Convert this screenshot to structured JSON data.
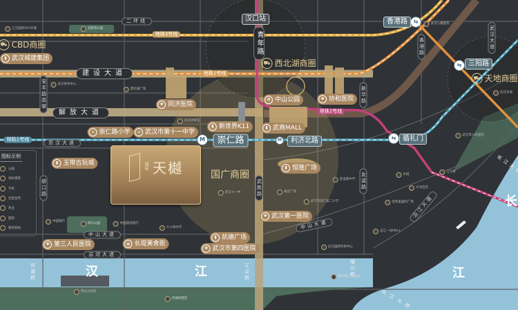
{
  "colors": {
    "background": "#2f3236",
    "major_road": "#c9b58a",
    "river": "#93c2d9",
    "park": "#4d6e5c",
    "metro_line_3": "#e0a93a",
    "metro_line_1": "#e2913f",
    "metro_line_2": "#c4407a",
    "light_rail_1": "#4fa3bd",
    "project_gold": "#b39266"
  },
  "project": {
    "brand": "城投",
    "name": "天樾"
  },
  "legend": {
    "title": "图标示例",
    "items": [
      {
        "label": "公园",
        "icon": "park-icon"
      },
      {
        "label": "地标建筑",
        "icon": "landmark-icon"
      },
      {
        "label": "学校",
        "icon": "school-icon"
      },
      {
        "label": "社区住宅",
        "icon": "residence-icon"
      },
      {
        "label": "商业",
        "icon": "shopping-icon"
      },
      {
        "label": "医院",
        "icon": "hospital-icon"
      },
      {
        "label": "政府机构",
        "icon": "government-icon"
      }
    ]
  },
  "roads": {
    "erhuan": "二环线",
    "jianshe": "建设大道",
    "jiefang": "解放大道",
    "jinghan": "京汉大道",
    "baofeng": "宝丰路高架",
    "qiaokou": "硚口路",
    "zhongshan_w": "中山大道",
    "yanhe": "沿河大道",
    "wusheng": "武胜路",
    "qingnian": "青年路",
    "xinhua": "新华路",
    "xianggang": "香港路",
    "wuhan": "武汉大道",
    "youyi": "友谊路",
    "zhongshan_e": "中山大道",
    "yanjiang": "沿江大道",
    "yuehu": "月湖桥",
    "jianghan_br": "江汉桥",
    "qingchuan": "晴川桥",
    "changjiang_br": "长江大桥",
    "changjiang_top": "长江大桥"
  },
  "stations": {
    "hankou": "汉口站",
    "chongren": "崇仁路",
    "lijibei": "利济北路",
    "xunlimen": "循礼门",
    "sanyang": "三阳路",
    "xianggang": "香港路"
  },
  "lines": {
    "l3": "地铁3号线",
    "l1": "地铁1号线",
    "l2": "地铁2号线",
    "lr1": "轻轨1号线"
  },
  "circles": {
    "cbd": "CBD商圈",
    "xibeihu": "西北湖商圈",
    "tiandi": "天地商圈",
    "guoguang": "国广商圈"
  },
  "pois": {
    "chengjian": "武汉城建集团",
    "tongji": "同济医院",
    "chongrenxx": "崇仁路小学",
    "shiyizhong": "武汉市第十一中学",
    "k11": "新世界K11",
    "zhongshan": "中山公园",
    "xiehe": "协和医院",
    "wushang": "武商MALL",
    "henglong": "恒隆广场",
    "diyi": "武汉第一医院",
    "kaide": "凯德广场",
    "disi": "武汉市第四医院",
    "yudai": "玉带古玩城",
    "disan": "第三人民医院",
    "changdi": "长堤美食街"
  },
  "rivers": {
    "han1": "汉",
    "han2": "江",
    "chang1": "长",
    "chang2": "江"
  },
  "small": [
    "江汉国际SOHO城",
    "云鹤湾公园",
    "武汉儿童医院",
    "武汉天地",
    "武汉市人民医院",
    "江汉关",
    "水塔",
    "大洋百货",
    "宝利金国际广场",
    "沿江一号MALL",
    "武汉国际时尚中心",
    "友谊南中学",
    "泰合广场",
    "武汉市崇仁第二小学",
    "琴台大剧院",
    "硚口公园",
    "中国建设银行",
    "六十四中学",
    "中国银行",
    "武汉十一中",
    "武汉商务中心",
    "南岸嘴江滩公园",
    "月湖风景区",
    "武汉体育馆",
    "西北湖广场"
  ]
}
